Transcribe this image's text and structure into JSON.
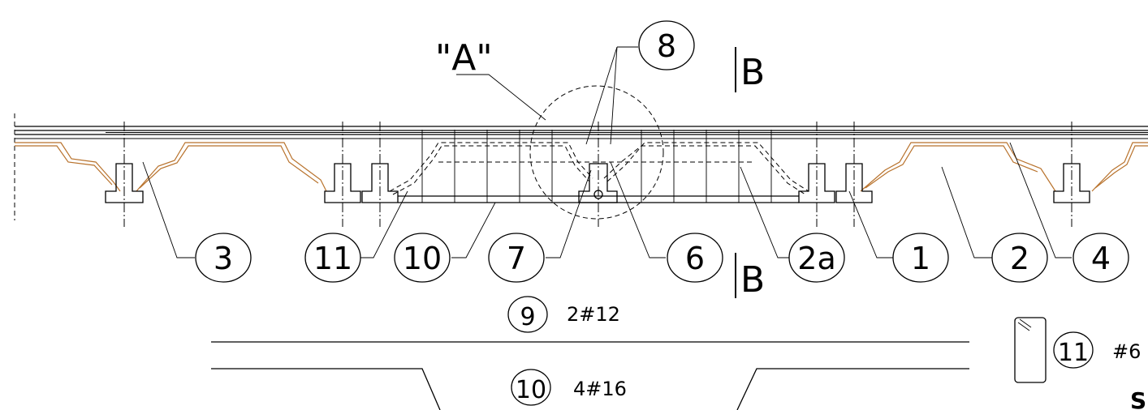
{
  "view": {
    "detail_label": "\"A\"",
    "section_marks": [
      "B",
      "B"
    ],
    "corner_text": "S"
  },
  "callouts": [
    {
      "num": "3"
    },
    {
      "num": "11"
    },
    {
      "num": "10"
    },
    {
      "num": "7"
    },
    {
      "num": "6"
    },
    {
      "num": "2a"
    },
    {
      "num": "1"
    },
    {
      "num": "2"
    },
    {
      "num": "4"
    },
    {
      "num": "8"
    }
  ],
  "bars": [
    {
      "num": "9",
      "spec": "2#12"
    },
    {
      "num": "10",
      "spec": "4#16"
    },
    {
      "num": "11",
      "spec": "#6"
    }
  ],
  "colors": {
    "line": "#000000",
    "precast_outline": "#b8722c",
    "background": "#ffffff"
  }
}
